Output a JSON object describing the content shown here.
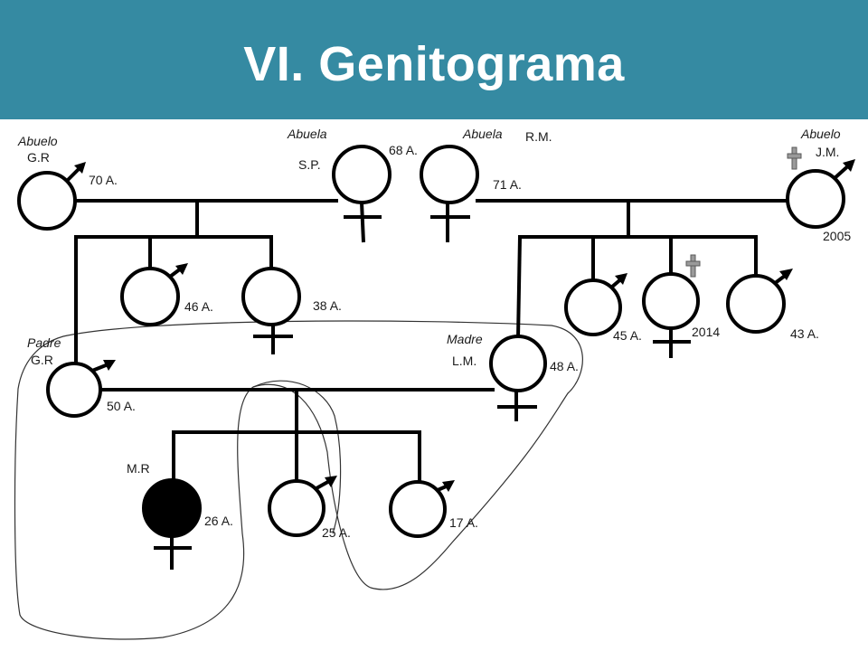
{
  "header": {
    "title": "VI. Genitograma",
    "background": "#358aa2"
  },
  "people": [
    {
      "id": "paternal-grandfather",
      "sex": "male",
      "role": "Abuelo",
      "initials": "G.R",
      "age": "70 A.",
      "deceased": false,
      "affected": false
    },
    {
      "id": "paternal-grandmother",
      "sex": "female",
      "role": "Abuela",
      "initials": "S.P.",
      "age": "68 A.",
      "deceased": false,
      "affected": false
    },
    {
      "id": "maternal-grandmother",
      "sex": "female",
      "role": "Abuela",
      "initials": "R.M.",
      "age": "71 A.",
      "deceased": false,
      "affected": false
    },
    {
      "id": "maternal-grandfather",
      "sex": "male",
      "role": "Abuelo",
      "initials": "J.M.",
      "age": "",
      "death_year": "2005",
      "deceased": true,
      "affected": false
    },
    {
      "id": "paternal-uncle",
      "sex": "male",
      "age": "46 A.",
      "deceased": false,
      "affected": false
    },
    {
      "id": "paternal-aunt",
      "sex": "female",
      "age": "38 A.",
      "deceased": false,
      "affected": false
    },
    {
      "id": "father",
      "sex": "male",
      "role": "Padre",
      "initials": "G.R",
      "age": "50 A.",
      "deceased": false,
      "affected": false
    },
    {
      "id": "mother",
      "sex": "female",
      "role": "Madre",
      "initials": "L.M.",
      "age": "48 A.",
      "deceased": false,
      "affected": false
    },
    {
      "id": "maternal-uncle-1",
      "sex": "male",
      "age": "45 A.",
      "deceased": false,
      "affected": false
    },
    {
      "id": "maternal-aunt",
      "sex": "female",
      "age": "",
      "death_year": "2014",
      "deceased": true,
      "affected": false
    },
    {
      "id": "maternal-uncle-2",
      "sex": "male",
      "age": "43 A.",
      "deceased": false,
      "affected": false
    },
    {
      "id": "index-patient",
      "sex": "female",
      "initials": "M.R",
      "age": "26 A.",
      "deceased": false,
      "affected": true
    },
    {
      "id": "brother-1",
      "sex": "male",
      "age": "25 A.",
      "deceased": false,
      "affected": false
    },
    {
      "id": "brother-2",
      "sex": "male",
      "age": "17 A.",
      "deceased": false,
      "affected": false
    }
  ],
  "colors": {
    "symbol": "#000000",
    "affected_fill": "#000000",
    "deceased_cross": "#9a9a9a"
  }
}
